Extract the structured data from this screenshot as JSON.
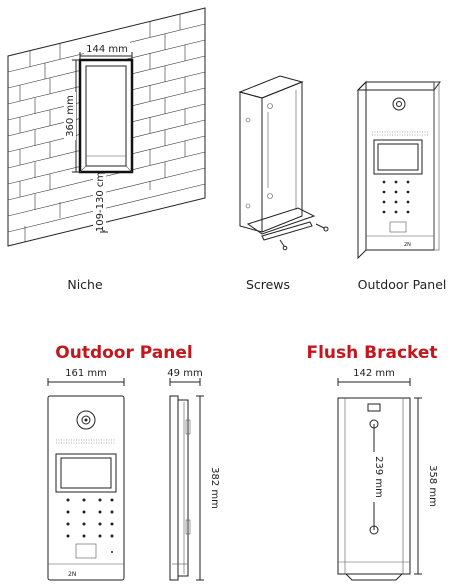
{
  "top": {
    "niche": {
      "caption": "Niche",
      "width_label": "144 mm",
      "height_label": "360 mm",
      "depth_label": "109-130 cm"
    },
    "screws": {
      "caption": "Screws"
    },
    "outdoor_panel": {
      "caption": "Outdoor Panel"
    }
  },
  "bottom": {
    "outdoor_panel": {
      "title": "Outdoor Panel",
      "width_label": "161 mm",
      "depth_label": "49 mm",
      "height_label": "382 mm",
      "brand": "2N"
    },
    "flush_bracket": {
      "title": "Flush Bracket",
      "width_label": "142 mm",
      "inner_label": "239 mm",
      "height_label": "358 mm"
    }
  },
  "colors": {
    "heading": "#c4161c",
    "line": "#222222"
  }
}
